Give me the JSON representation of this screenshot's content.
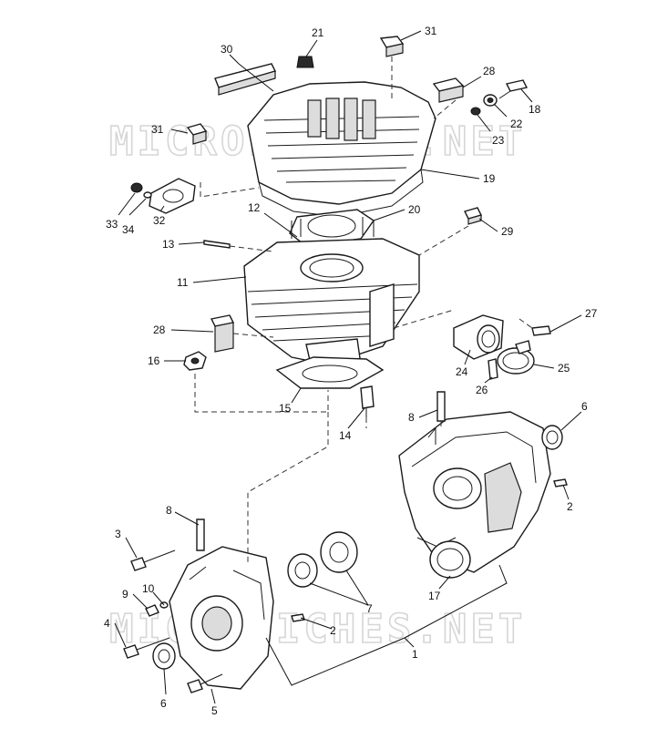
{
  "watermarks": [
    "MICROFICHES.NET",
    "MICROFICHES.NET"
  ],
  "callouts": [
    {
      "id": "c30",
      "text": "30"
    },
    {
      "id": "c21",
      "text": "21"
    },
    {
      "id": "c31a",
      "text": "31"
    },
    {
      "id": "c28a",
      "text": "28"
    },
    {
      "id": "c18",
      "text": "18"
    },
    {
      "id": "c22",
      "text": "22"
    },
    {
      "id": "c23",
      "text": "23"
    },
    {
      "id": "c31b",
      "text": "31"
    },
    {
      "id": "c19",
      "text": "19"
    },
    {
      "id": "c33",
      "text": "33"
    },
    {
      "id": "c34",
      "text": "34"
    },
    {
      "id": "c32",
      "text": "32"
    },
    {
      "id": "c12",
      "text": "12"
    },
    {
      "id": "c20",
      "text": "20"
    },
    {
      "id": "c13",
      "text": "13"
    },
    {
      "id": "c29",
      "text": "29"
    },
    {
      "id": "c11",
      "text": "11"
    },
    {
      "id": "c28b",
      "text": "28"
    },
    {
      "id": "c27",
      "text": "27"
    },
    {
      "id": "c16",
      "text": "16"
    },
    {
      "id": "c24",
      "text": "24"
    },
    {
      "id": "c25",
      "text": "25"
    },
    {
      "id": "c26",
      "text": "26"
    },
    {
      "id": "c15",
      "text": "15"
    },
    {
      "id": "c8a",
      "text": "8"
    },
    {
      "id": "c6a",
      "text": "6"
    },
    {
      "id": "c14",
      "text": "14"
    },
    {
      "id": "c2a",
      "text": "2"
    },
    {
      "id": "c8b",
      "text": "8"
    },
    {
      "id": "c3",
      "text": "3"
    },
    {
      "id": "c17",
      "text": "17"
    },
    {
      "id": "c10",
      "text": "10"
    },
    {
      "id": "c9",
      "text": "9"
    },
    {
      "id": "c7",
      "text": "7"
    },
    {
      "id": "c4",
      "text": "4"
    },
    {
      "id": "c2b",
      "text": "2"
    },
    {
      "id": "c1",
      "text": "1"
    },
    {
      "id": "c6b",
      "text": "6"
    },
    {
      "id": "c5",
      "text": "5"
    }
  ]
}
